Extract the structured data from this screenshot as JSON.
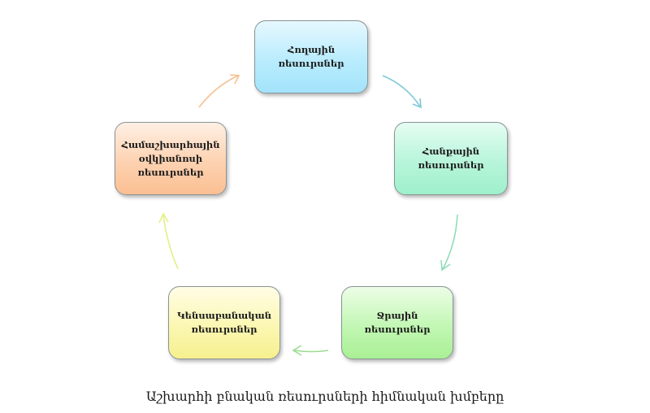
{
  "diagram": {
    "type": "cycle",
    "caption": "Աշխարհի բնական ռեսուրսների հիմնական խմբերը",
    "nodes": [
      {
        "id": "land",
        "label": "Հողային\nռեսուրսներ",
        "color": "#b9ecfd",
        "position": "top"
      },
      {
        "id": "mineral",
        "label": "Հանքային\nռեսուրսներ",
        "color": "#b7f5da",
        "position": "right"
      },
      {
        "id": "water",
        "label": "Ջրային\nռեսուրսներ",
        "color": "#c2f7b4",
        "position": "bottom-right"
      },
      {
        "id": "biological",
        "label": "Կենսաբանական\nռեսուրսներ",
        "color": "#fbf7b2",
        "position": "bottom-left"
      },
      {
        "id": "ocean",
        "label": "Համաշխարհային\nօվկիանոսի\nռեսուրսներ",
        "color": "#fdd2b1",
        "position": "left"
      }
    ],
    "edges": [
      {
        "from": "land",
        "to": "mineral",
        "color": "#7fc9d6"
      },
      {
        "from": "mineral",
        "to": "water",
        "color": "#8fdcb8"
      },
      {
        "from": "water",
        "to": "biological",
        "color": "#9ddc92"
      },
      {
        "from": "biological",
        "to": "ocean",
        "color": "#e3f08a"
      },
      {
        "from": "ocean",
        "to": "land",
        "color": "#f6c08f"
      }
    ]
  }
}
